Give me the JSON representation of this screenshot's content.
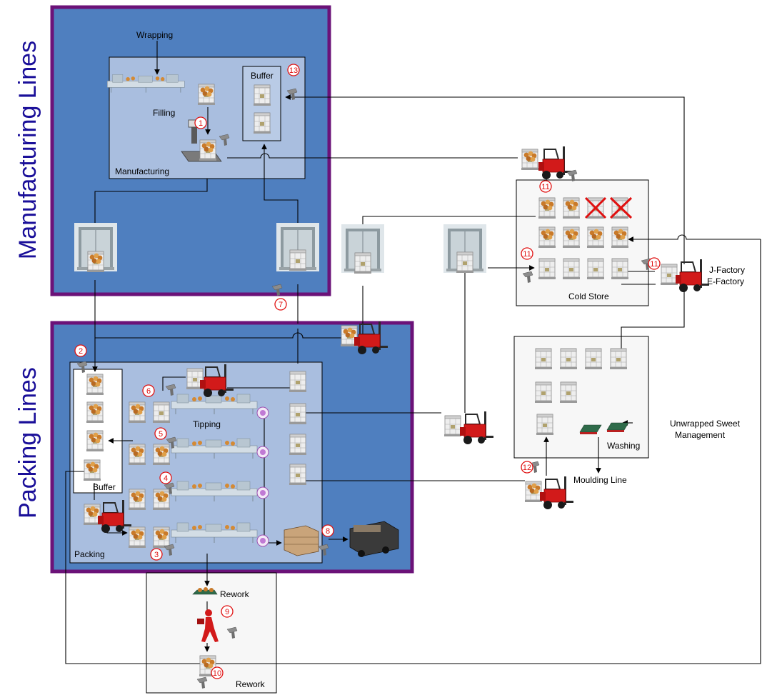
{
  "titles": {
    "manufacturing": "Manufacturing Lines",
    "packing": "Packing Lines"
  },
  "labels": {
    "wrapping": "Wrapping",
    "filling": "Filling",
    "buffer_top": "Buffer",
    "manufacturing": "Manufacturing",
    "cold_store": "Cold Store",
    "j_factory": "J-Factory",
    "e_factory": "E-Factory",
    "tipping": "Tipping",
    "buffer_left": "Buffer",
    "packing": "Packing",
    "rework_tray": "Rework",
    "rework_box": "Rework",
    "unwrapped_1": "Unwrapped Sweet",
    "unwrapped_2": "Management",
    "washing": "Washing",
    "moulding": "Moulding Line"
  },
  "markers": [
    "1",
    "2",
    "3",
    "4",
    "5",
    "6",
    "7",
    "8",
    "9",
    "10",
    "11",
    "11",
    "11",
    "12",
    "13"
  ],
  "colors": {
    "region_fill": "#4f7fbf",
    "region_border": "#6b1278",
    "subarea_fill": "#a9bedf",
    "marker": "#e01010",
    "title": "#1a0f99",
    "forklift": "#d21a1a"
  },
  "icons": [
    "conveyor-icon",
    "bin-icon",
    "forklift-icon",
    "elevator-icon",
    "scanner-icon",
    "scale-icon",
    "truck-icon",
    "worker-icon",
    "tray-icon",
    "pallet-icon",
    "label-icon",
    "cross-icon"
  ]
}
